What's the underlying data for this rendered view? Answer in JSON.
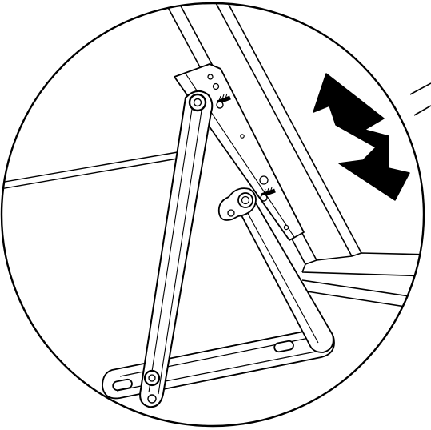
{
  "diagram": {
    "kind": "technical-illustration",
    "subject": "folding-stay-hinge-detail",
    "style": "black-line-art",
    "colors": {
      "ink": "#000000",
      "paper": "#ffffff"
    },
    "icons": {
      "motion_indicator": "double-arrow-icon",
      "fasteners": "screw-icon"
    }
  }
}
